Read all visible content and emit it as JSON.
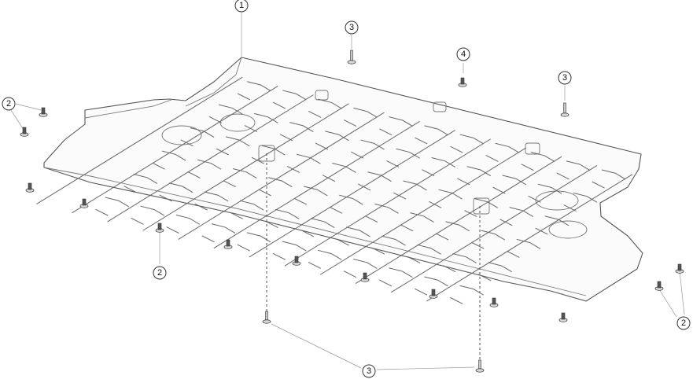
{
  "callouts": [
    {
      "id": "c1",
      "label": "1"
    },
    {
      "id": "c2a",
      "label": "2"
    },
    {
      "id": "c2b",
      "label": "2"
    },
    {
      "id": "c2c",
      "label": "2"
    },
    {
      "id": "c3a",
      "label": "3"
    },
    {
      "id": "c3b",
      "label": "3"
    },
    {
      "id": "c3c",
      "label": "3"
    },
    {
      "id": "c4",
      "label": "4"
    }
  ],
  "colors": {
    "line": "#555555",
    "panel_fill": "#fbfbfb",
    "leader": "#9a9a9a",
    "background": "#ffffff"
  }
}
